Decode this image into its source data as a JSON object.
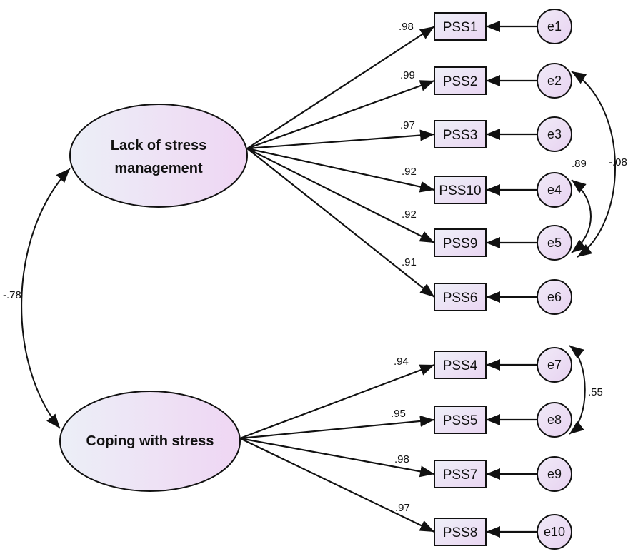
{
  "latents": {
    "stress": {
      "line1": "Lack of stress",
      "line2": "management"
    },
    "coping": {
      "label": "Coping with stress"
    }
  },
  "indicators": [
    {
      "id": "PSS1",
      "error": "e1",
      "loading": ".98",
      "factor": "stress"
    },
    {
      "id": "PSS2",
      "error": "e2",
      "loading": ".99",
      "factor": "stress"
    },
    {
      "id": "PSS3",
      "error": "e3",
      "loading": ".97",
      "factor": "stress"
    },
    {
      "id": "PSS10",
      "error": "e4",
      "loading": ".92",
      "factor": "stress"
    },
    {
      "id": "PSS9",
      "error": "e5",
      "loading": ".92",
      "factor": "stress"
    },
    {
      "id": "PSS6",
      "error": "e6",
      "loading": ".91",
      "factor": "stress"
    },
    {
      "id": "PSS4",
      "error": "e7",
      "loading": ".94",
      "factor": "coping"
    },
    {
      "id": "PSS5",
      "error": "e8",
      "loading": ".95",
      "factor": "coping"
    },
    {
      "id": "PSS7",
      "error": "e9",
      "loading": ".98",
      "factor": "coping"
    },
    {
      "id": "PSS8",
      "error": "e10",
      "loading": ".97",
      "factor": "coping"
    }
  ],
  "covariances": {
    "factors": "-.78",
    "e4_e5": ".89",
    "e2_e5": "-.08",
    "e7_e8": ".55"
  },
  "colors": {
    "fill_light": "#eef0f8",
    "fill_pink": "#ecd9f3",
    "stroke": "#111111"
  }
}
